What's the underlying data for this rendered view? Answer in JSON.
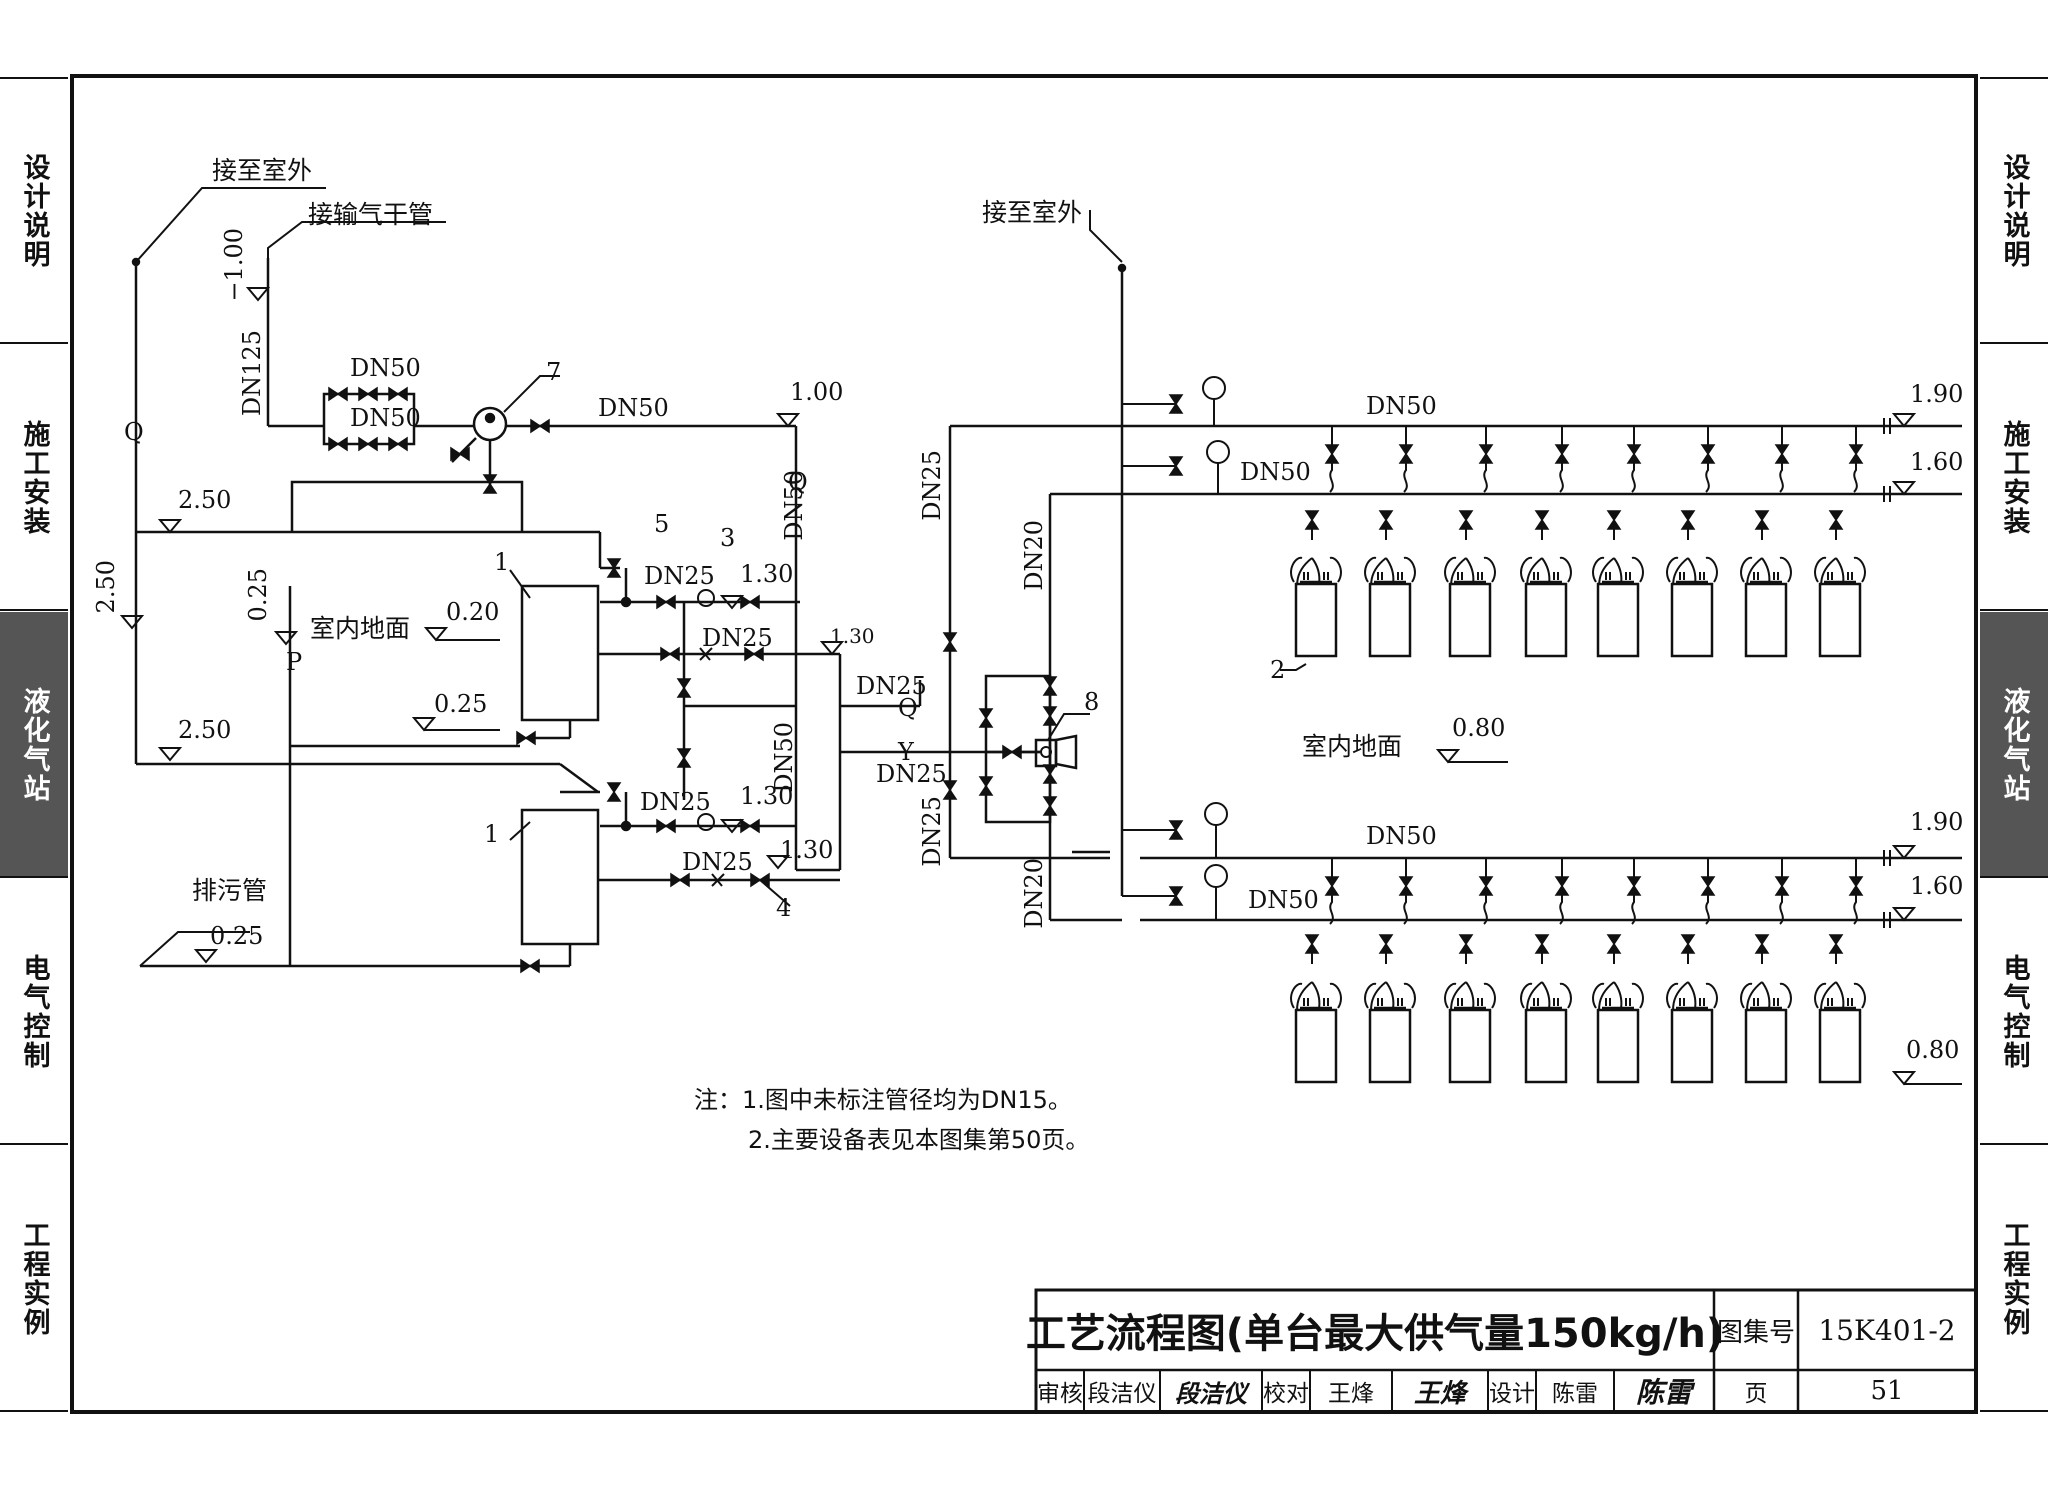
{
  "side_tabs": [
    "设计说明",
    "施工安装",
    "液化气站",
    "电气控制",
    "工程实例"
  ],
  "side_tab_active": "液化气站",
  "labels": {
    "to_outdoor_left": "接至室外",
    "to_main_pipe": "接输气干管",
    "to_outdoor_right": "接至室外",
    "elev_m100": "−1.00",
    "dn125": "DN125",
    "dn50_a": "DN50",
    "dn50_b": "DN50",
    "dn50_main": "DN50",
    "elev_100": "1.00",
    "item7": "7",
    "q_left": "Q",
    "q_right": "Q",
    "dn50_vert": "DN50",
    "elev_250_top": "2.50",
    "elev_250_left": "2.50",
    "elev_250_mid": "2.50",
    "item5": "5",
    "item3": "3",
    "dn25_a": "DN25",
    "elev_130_a": "1.30",
    "item1_a": "1",
    "elev_025_p": "0.25",
    "p_label": "P",
    "indoor_floor_left": "室内地面",
    "elev_020": "0.20",
    "dn25_b": "DN25",
    "elev_130_small": "1.30",
    "dn50_vert2": "DN50",
    "elev_025_mid": "0.25",
    "dn25_c": "DN25",
    "elev_130_b": "1.30",
    "item1_b": "1",
    "dn25_d": "DN25",
    "elev_130_c": "1.30",
    "item4": "4",
    "drain_pipe": "排污管",
    "elev_025_drain": "0.25",
    "dn25_q": "DN25",
    "q_mid": "Q",
    "y_mid": "Y",
    "dn25_y": "DN25",
    "dn25_vert_top": "DN25",
    "dn25_vert_bot": "DN25",
    "dn20_top": "DN20",
    "dn20_bot": "DN20",
    "item8": "8",
    "dn50_r1": "DN50",
    "dn50_r2": "DN50",
    "dn50_r3": "DN50",
    "dn50_r4": "DN50",
    "elev_190_top": "1.90",
    "elev_160_top": "1.60",
    "elev_190_bot": "1.90",
    "elev_160_bot": "1.60",
    "item2": "2",
    "indoor_floor_right": "室内地面",
    "elev_080_mid": "0.80",
    "elev_080_right": "0.80"
  },
  "notes": {
    "line1": "注：1.图中未标注管径均为DN15。",
    "line2": "2.主要设备表见本图集第50页。"
  },
  "title_block": {
    "title": "工艺流程图(单台最大供气量150kg/h)",
    "atlas_no_label": "图集号",
    "atlas_no": "15K401-2",
    "review_label": "审核",
    "reviewer": "段洁仪",
    "reviewer_sig": "段洁仪",
    "check_label": "校对",
    "checker": "王烽",
    "checker_sig": "王烽",
    "design_label": "设计",
    "designer": "陈雷",
    "designer_sig": "陈雷",
    "page_label": "页",
    "page_no": "51"
  }
}
